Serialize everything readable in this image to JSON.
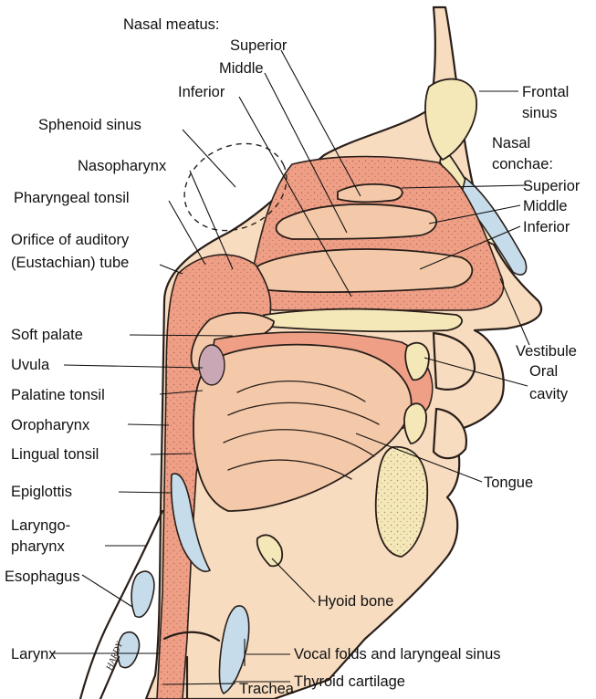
{
  "labels": {
    "nasal_meatus": "Nasal meatus:",
    "meatus_superior": "Superior",
    "meatus_middle": "Middle",
    "meatus_inferior": "Inferior",
    "frontal_sinus_1": "Frontal",
    "frontal_sinus_2": "sinus",
    "sphenoid_sinus": "Sphenoid sinus",
    "nasal_conchae_1": "Nasal",
    "nasal_conchae_2": "conchae:",
    "conchae_superior": "Superior",
    "conchae_middle": "Middle",
    "conchae_inferior": "Inferior",
    "nasopharynx": "Nasopharynx",
    "pharyngeal_tonsil": "Pharyngeal tonsil",
    "orifice_1": "Orifice of auditory",
    "orifice_2": "(Eustachian) tube",
    "soft_palate": "Soft palate",
    "vestibule": "Vestibule",
    "uvula": "Uvula",
    "palatine_tonsil": "Palatine tonsil",
    "oral_cavity_1": "Oral",
    "oral_cavity_2": "cavity",
    "oropharynx": "Oropharynx",
    "lingual_tonsil": "Lingual tonsil",
    "tongue": "Tongue",
    "epiglottis": "Epiglottis",
    "laryngopharynx_1": "Laryngo-",
    "laryngopharynx_2": "pharynx",
    "esophagus": "Esophagus",
    "hyoid_bone": "Hyoid bone",
    "larynx": "Larynx",
    "vocal_folds": "Vocal folds and laryngeal sinus",
    "thyroid_cartilage": "Thyroid cartilage",
    "trachea": "Trachea",
    "artist_signature": "HARDY"
  },
  "colors": {
    "tissue": "#f7dcc0",
    "mucosa": "#ee9f86",
    "muscle": "#f3c9a9",
    "bone": "#f4e7b8",
    "cartilage": "#c6dcea",
    "tonsil": "#c9a7b4",
    "ink": "#2a1f1a"
  }
}
